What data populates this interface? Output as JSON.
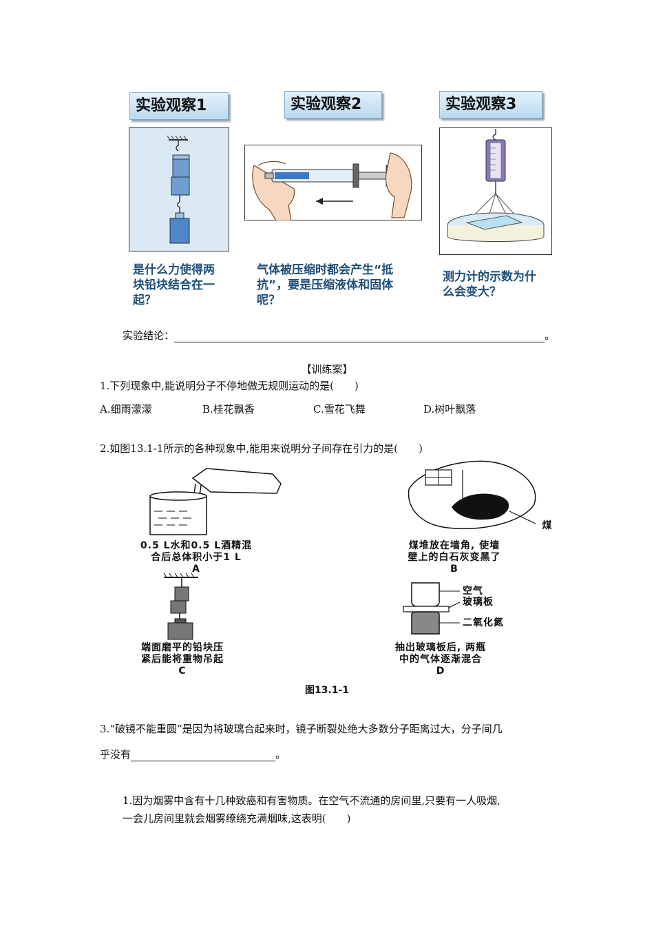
{
  "observations": [
    {
      "title": "实验观察1",
      "question_lines": [
        "是什么力使得两",
        "块铅块结合在一",
        "起？"
      ]
    },
    {
      "title": "实验观察2",
      "question_lines": [
        "气体被压缩时都会产生“抵",
        "抗”，要是压缩液体和固体",
        "呢？"
      ]
    },
    {
      "title": "实验观察3",
      "question_lines": [
        "测力计的示数为什",
        "么会变大？"
      ]
    }
  ],
  "conclusion": {
    "label": "实验结论：",
    "end": "。"
  },
  "section_title": "【训练案】",
  "q1": {
    "stem": "1.下列现象中,能说明分子不停地做无规则运动的是(　　)",
    "options": [
      "A.细雨濛濛",
      "B.桂花飘香",
      "C.雪花飞舞",
      "D.树叶飘落"
    ]
  },
  "q2": {
    "stem": "2.如图13.1-1所示的各种现象中,能用来说明分子间存在引力的是(　　)",
    "figA": {
      "lines": [
        "0.5 L水和0.5 L酒精混",
        "合后总体积小于1 L"
      ],
      "letter": "A"
    },
    "figB": {
      "lines": [
        "煤堆放在墙角, 使墙",
        "壁上的白石灰变黑了"
      ],
      "letter": "B",
      "label": "煤"
    },
    "figC": {
      "lines": [
        "端面磨平的铅块压",
        "紧后能将重物吊起"
      ],
      "letter": "C"
    },
    "figD": {
      "lines": [
        "抽出玻璃板后, 两瓶",
        "中的气体逐渐混合"
      ],
      "letter": "D",
      "labels": [
        "空气",
        "玻璃板",
        "二氧化氮"
      ]
    },
    "figure_caption": "图13.1-1"
  },
  "q3": {
    "line1": "3.“破镜不能重圆”是因为将玻璃合起来时，镜子断裂处绝大多数分子距离过大，分子间几",
    "line2_prefix": "乎没有",
    "line2_suffix": "。"
  },
  "q4": {
    "line1": "1.因为烟雾中含有十几种致癌和有害物质。在空气不流通的房间里,只要有一人吸烟,",
    "line2": "一会儿房间里就会烟雾缭绕充满烟味,这表明(　　)"
  }
}
